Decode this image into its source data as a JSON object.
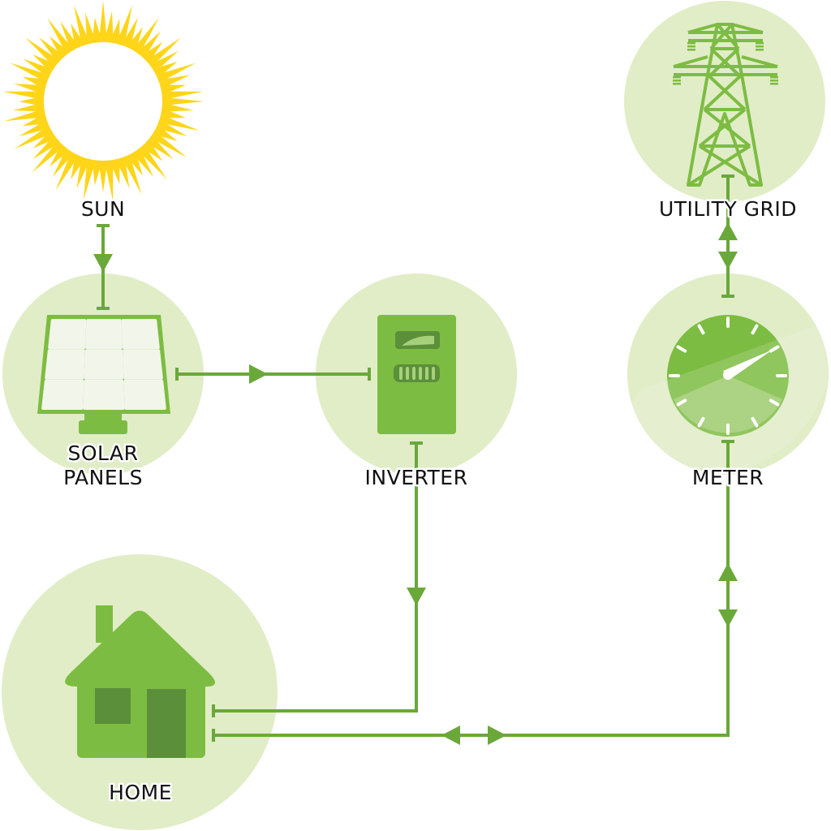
{
  "diagram": {
    "labels": {
      "sun": "SUN",
      "solar_line1": "SOLAR",
      "solar_line2": "PANELS",
      "inverter": "INVERTER",
      "utility_grid": "UTILITY GRID",
      "meter": "METER",
      "home": "HOME"
    },
    "colors": {
      "circle_fill": "#e1edc7",
      "green": "#7dbc42",
      "line": "#6aa83a",
      "dark_green": "#5b8f3a",
      "light_green": "#a6d07a",
      "sun_yellow": "#ffd51a",
      "panel_cell": "#f2f6ea"
    },
    "icons": {
      "sun": "sun-icon",
      "solar": "solar-panel-icon",
      "inverter": "inverter-icon",
      "grid": "power-tower-icon",
      "meter": "meter-gauge-icon",
      "home": "house-icon"
    }
  }
}
